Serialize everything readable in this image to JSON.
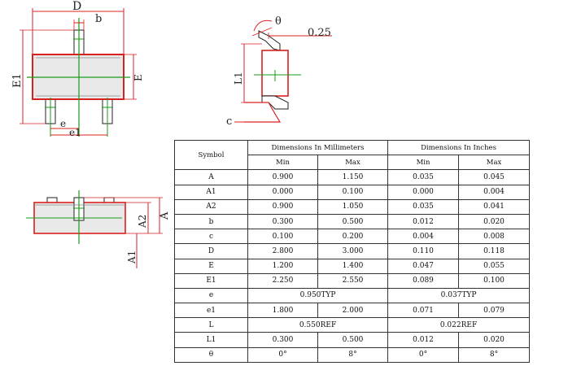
{
  "colors": {
    "outline": "#d92020",
    "line": "#222222",
    "center": "#1a9a1a",
    "body": "#e9e9e9"
  },
  "labels": {
    "top": {
      "D": "D",
      "b": "b",
      "E1": "E1",
      "E": "E",
      "e": "e",
      "e1": "e1"
    },
    "side": {
      "theta": "θ",
      "gauge": "0.25",
      "L1": "L1",
      "c": "c"
    },
    "front": {
      "A": "A",
      "A1": "A1",
      "A2": "A2"
    }
  },
  "table": {
    "symbol_header": "Symbol",
    "mm_header": "Dimensions In Millimeters",
    "inch_header": "Dimensions In Inches",
    "min_label": "Min",
    "max_label": "Max",
    "rows": [
      {
        "symbol": "A",
        "mm_min": "0.900",
        "mm_max": "1.150",
        "in_min": "0.035",
        "in_max": "0.045"
      },
      {
        "symbol": "A1",
        "mm_min": "0.000",
        "mm_max": "0.100",
        "in_min": "0.000",
        "in_max": "0.004"
      },
      {
        "symbol": "A2",
        "mm_min": "0.900",
        "mm_max": "1.050",
        "in_min": "0.035",
        "in_max": "0.041"
      },
      {
        "symbol": "b",
        "mm_min": "0.300",
        "mm_max": "0.500",
        "in_min": "0.012",
        "in_max": "0.020"
      },
      {
        "symbol": "c",
        "mm_min": "0.100",
        "mm_max": "0.200",
        "in_min": "0.004",
        "in_max": "0.008"
      },
      {
        "symbol": "D",
        "mm_min": "2.800",
        "mm_max": "3.000",
        "in_min": "0.110",
        "in_max": "0.118"
      },
      {
        "symbol": "E",
        "mm_min": "1.200",
        "mm_max": "1.400",
        "in_min": "0.047",
        "in_max": "0.055"
      },
      {
        "symbol": "E1",
        "mm_min": "2.250",
        "mm_max": "2.550",
        "in_min": "0.089",
        "in_max": "0.100"
      },
      {
        "symbol": "e",
        "mm_typ": "0.950TYP",
        "in_typ": "0.037TYP"
      },
      {
        "symbol": "e1",
        "mm_min": "1.800",
        "mm_max": "2.000",
        "in_min": "0.071",
        "in_max": "0.079"
      },
      {
        "symbol": "L",
        "mm_typ": "0.550REF",
        "in_typ": "0.022REF"
      },
      {
        "symbol": "L1",
        "mm_min": "0.300",
        "mm_max": "0.500",
        "in_min": "0.012",
        "in_max": "0.020"
      },
      {
        "symbol": "θ",
        "mm_min": "0°",
        "mm_max": "8°",
        "in_min": "0°",
        "in_max": "8°"
      }
    ]
  }
}
